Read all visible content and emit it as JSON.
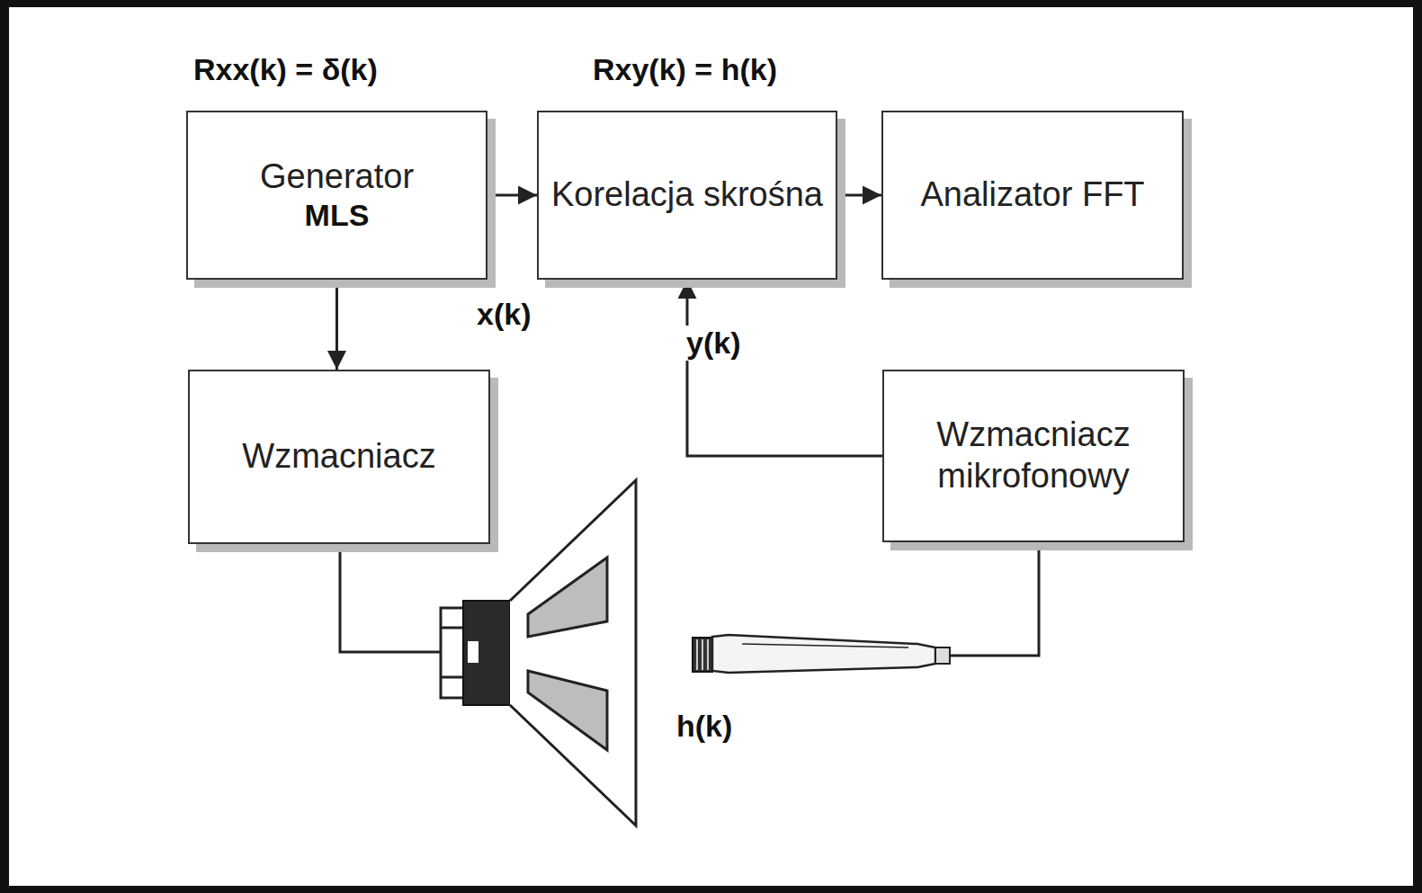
{
  "diagram": {
    "nodes": [
      {
        "text": [
          "Generator",
          "MLS"
        ]
      },
      {
        "text": [
          "Korelacja skrośna"
        ]
      },
      {
        "text": [
          "Analizator FFT"
        ]
      },
      {
        "text": [
          "Wzmacniacz"
        ]
      },
      {
        "text": [
          "Wzmacniacz mikrofonowy"
        ]
      }
    ],
    "edges": [
      {
        "from": 0,
        "to": 1,
        "arrow": "to"
      },
      {
        "from": 1,
        "to": 2,
        "arrow": "to"
      },
      {
        "from": 0,
        "to": 3,
        "arrow": "to"
      },
      {
        "from": 4,
        "to": 1,
        "arrow": "to"
      }
    ],
    "labels": [
      "Rxx(k) = δ(k)",
      "Rxy(k) = h(k)",
      "x(k)",
      "y(k)",
      "h(k)"
    ]
  }
}
